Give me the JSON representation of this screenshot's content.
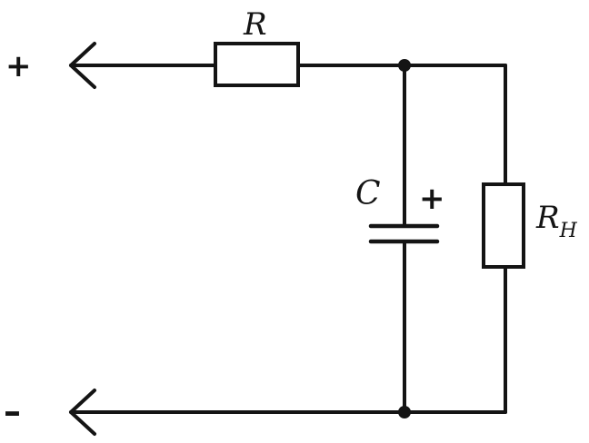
{
  "terminals": {
    "positive": "+",
    "negative": "–"
  },
  "components": {
    "resistor": {
      "label": "R"
    },
    "capacitor": {
      "label": "C",
      "polarity": "+"
    },
    "load_resistor": {
      "label": "R",
      "subscript": "H"
    }
  },
  "colors": {
    "ink": "#141414",
    "background": "#ffffff"
  }
}
